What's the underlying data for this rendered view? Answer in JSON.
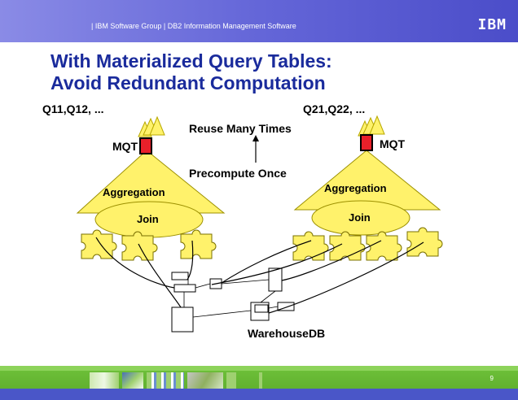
{
  "header": {
    "breadcrumb": "| IBM Software Group  |  DB2 Information Management Software",
    "logo": "IBM"
  },
  "slide": {
    "title_line1": "With Materialized Query Tables:",
    "title_line2": "Avoid Redundant Computation",
    "page_number": "9"
  },
  "diagram": {
    "left_queries": "Q11,Q12, ...",
    "right_queries": "Q21,Q22, ...",
    "left_mqt": "MQT",
    "right_mqt": "MQT",
    "reuse": "Reuse Many Times",
    "precompute": "Precompute Once",
    "left_aggregation": "Aggregation",
    "right_aggregation": "Aggregation",
    "left_join": "Join",
    "right_join": "Join",
    "warehouse": "WarehouseDB"
  },
  "colors": {
    "title": "#1a2b9c",
    "triangle": "#fff26b",
    "puzzle": "#fff26b",
    "mqt": "#e8202a",
    "topbar": "#6466d8",
    "bottombar": "#5aa82a"
  }
}
